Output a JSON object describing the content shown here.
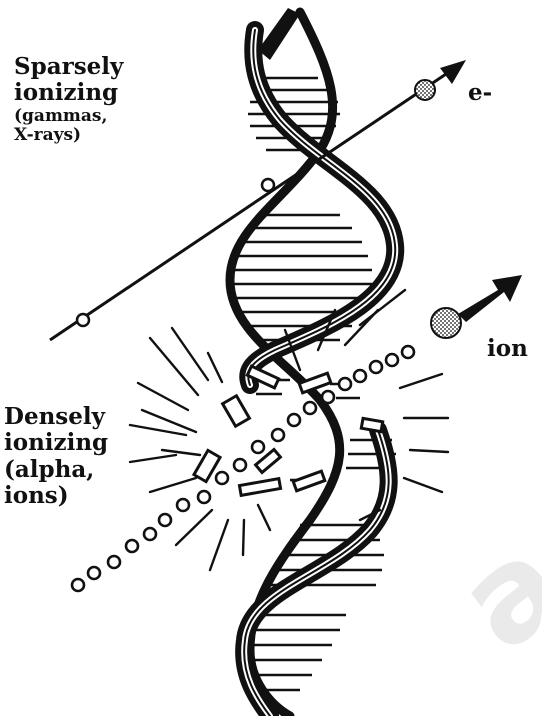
{
  "labels": {
    "sparse_line1": "Sparsely",
    "sparse_line2": "ionizing",
    "sparse_line3": "(gammas,",
    "sparse_line4": "X-rays)",
    "dense_line1": "Densely",
    "dense_line2": "ionizing",
    "dense_line3": "(alpha,",
    "dense_line4": "ions)",
    "electron": "e-",
    "ion": "ion"
  },
  "watermark": "act",
  "colors": {
    "ink": "#111111",
    "paper": "#ffffff",
    "watermark": "#d9d9d9"
  }
}
